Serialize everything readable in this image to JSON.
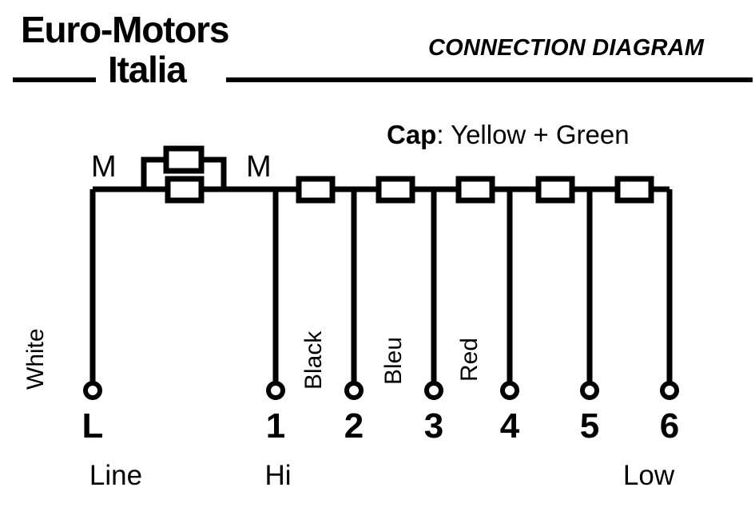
{
  "header": {
    "brand_line1": "Euro-Motors",
    "brand_line2": "Italia",
    "document_title": "CONNECTION DIAGRAM"
  },
  "notes": {
    "cap_key": "Cap",
    "cap_value": ": Yellow + Green"
  },
  "schematic": {
    "motor_label_left": "M",
    "motor_label_right": "M",
    "wire_labels": [
      {
        "text": "White",
        "terminal": "L"
      },
      {
        "text": "Black",
        "terminal": "2"
      },
      {
        "text": "Bleu",
        "terminal": "3"
      },
      {
        "text": "Red",
        "terminal": "4"
      }
    ],
    "terminals": [
      {
        "id": "L",
        "label": "L",
        "foot": "Line"
      },
      {
        "id": "1",
        "label": "1",
        "foot": "Hi"
      },
      {
        "id": "2",
        "label": "2",
        "foot": ""
      },
      {
        "id": "3",
        "label": "3",
        "foot": ""
      },
      {
        "id": "4",
        "label": "4",
        "foot": ""
      },
      {
        "id": "5",
        "label": "5",
        "foot": ""
      },
      {
        "id": "6",
        "label": "6",
        "foot": "Low"
      }
    ],
    "foot_labels": {
      "line": "Line",
      "hi": "Hi",
      "low": "Low"
    },
    "component_count": {
      "parallel_resistors": 2,
      "series_resistors": 5
    }
  },
  "colors": {
    "ink": "#000000",
    "paper": "#ffffff"
  }
}
